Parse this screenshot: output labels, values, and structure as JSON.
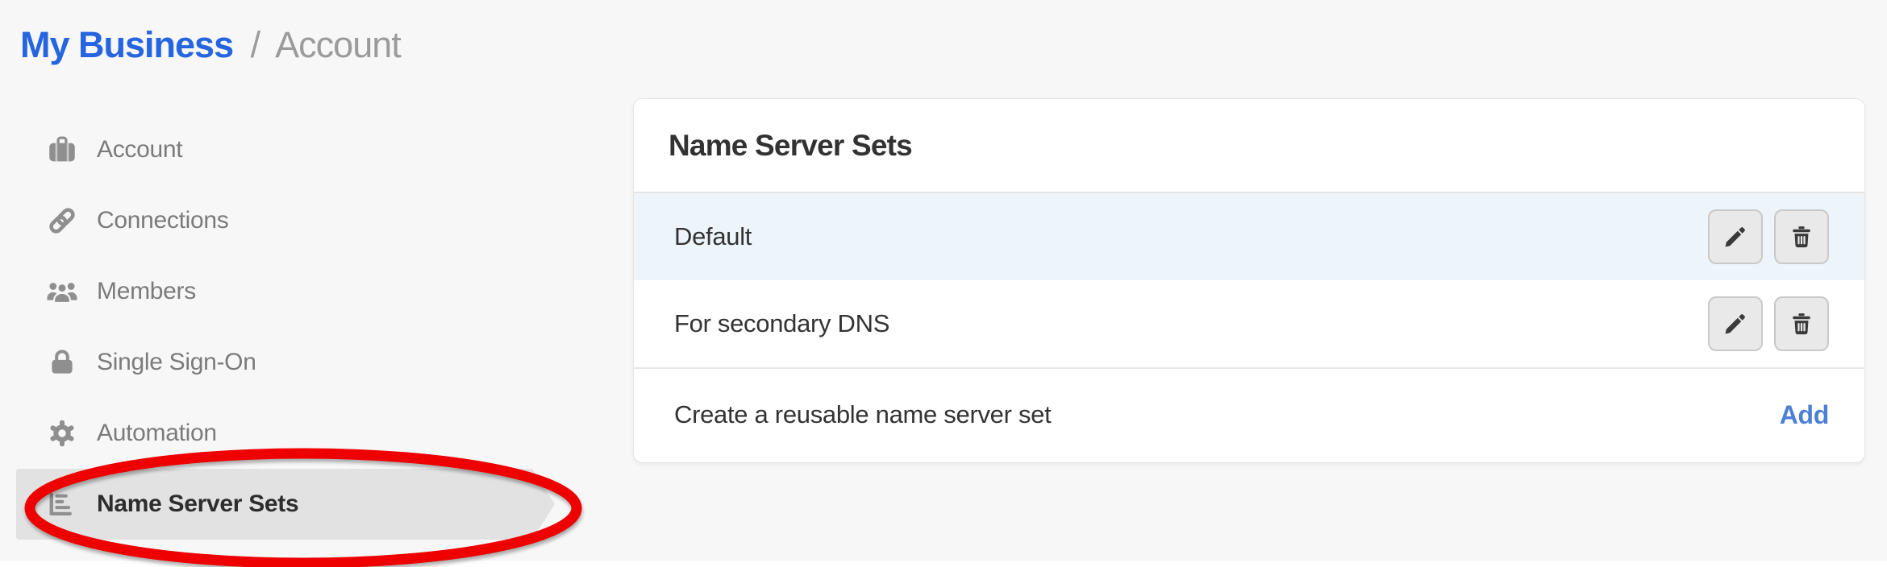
{
  "breadcrumb": {
    "parent": "My Business",
    "separator": "/",
    "current": "Account"
  },
  "sidebar": {
    "items": [
      {
        "label": "Account",
        "icon": "briefcase-icon",
        "active": false
      },
      {
        "label": "Connections",
        "icon": "link-icon",
        "active": false
      },
      {
        "label": "Members",
        "icon": "users-icon",
        "active": false
      },
      {
        "label": "Single Sign-On",
        "icon": "lock-icon",
        "active": false
      },
      {
        "label": "Automation",
        "icon": "gear-icon",
        "active": false
      },
      {
        "label": "Name Server Sets",
        "icon": "list-icon",
        "active": true
      }
    ]
  },
  "panel": {
    "title": "Name Server Sets",
    "rows": [
      {
        "name": "Default",
        "highlighted": true,
        "actions": [
          "edit",
          "delete"
        ]
      },
      {
        "name": "For secondary DNS",
        "highlighted": false,
        "actions": [
          "edit",
          "delete"
        ]
      }
    ],
    "footer": {
      "text": "Create a reusable name server set",
      "action_label": "Add"
    }
  },
  "annotation": {
    "shape": "red-ellipse",
    "purpose": "highlights the Name Server Sets sidebar item",
    "color": "#ee0000"
  },
  "colors": {
    "breadcrumb_link": "#2565e0",
    "breadcrumb_muted": "#9b9b9b",
    "add_link": "#4d80d3",
    "row_highlight": "#edf5fb",
    "sidebar_active_bg": "#e2e2e2",
    "page_bg": "#f7f7f8"
  }
}
